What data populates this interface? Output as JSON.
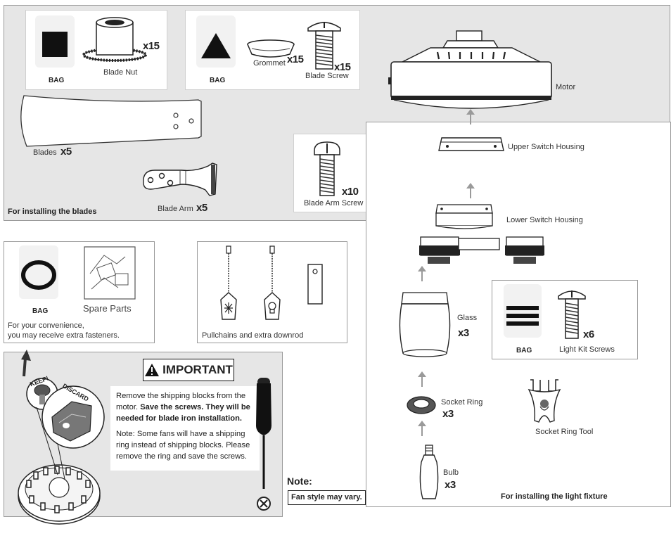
{
  "blades_section": {
    "bag1_label": "BAG",
    "blade_nut_label": "Blade Nut",
    "blade_nut_qty": "x15",
    "bag2_label": "BAG",
    "grommet_label": "Grommet",
    "grommet_qty": "x15",
    "blade_screw_label": "Blade Screw",
    "blade_screw_qty": "x15",
    "blades_label": "Blades",
    "blades_qty": "x5",
    "blade_arm_label": "Blade Arm",
    "blade_arm_qty": "x5",
    "blade_arm_screw_label": "Blade Arm Screw",
    "blade_arm_screw_qty": "x10",
    "caption": "For installing the blades"
  },
  "extras_section": {
    "bag_label": "BAG",
    "spare_parts_label": "Spare Parts",
    "caption_line1": "For your convenience,",
    "caption_line2": "you may receive extra fasteners."
  },
  "pullchain_section": {
    "caption": "Pullchains and extra downrod"
  },
  "important_section": {
    "title": "IMPORTANT",
    "keep_label": "KEEP!",
    "discard_label": "DISCARD",
    "para1_normal": "Remove the shipping blocks from the motor.",
    "para1_bold": "Save the screws. They will be needed for blade iron installation.",
    "para2": "Note: Some fans will have a shipping ring instead of shipping blocks. Please remove the ring and save the screws."
  },
  "note": {
    "title": "Note:",
    "text": "Fan style may vary."
  },
  "light_section": {
    "motor_label": "Motor",
    "upper_switch_label": "Upper Switch Housing",
    "lower_switch_label": "Lower Switch Housing",
    "glass_label": "Glass",
    "glass_qty": "x3",
    "bag_label": "BAG",
    "light_kit_screws_label": "Light Kit Screws",
    "light_kit_screws_qty": "x6",
    "socket_ring_label": "Socket Ring",
    "socket_ring_qty": "x3",
    "socket_ring_tool_label": "Socket Ring Tool",
    "bulb_label": "Bulb",
    "bulb_qty": "x3",
    "caption": "For installing the light fixture"
  },
  "colors": {
    "panel_gray": "#e6e6e6",
    "border": "#9a9a9a",
    "arrow": "#9a9a9a"
  }
}
